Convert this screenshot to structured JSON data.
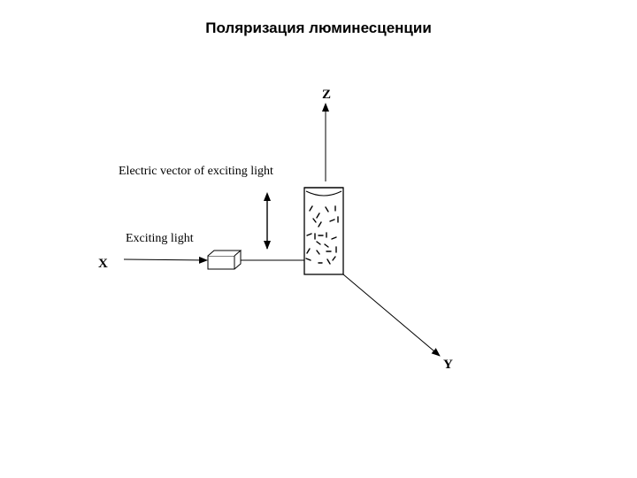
{
  "title": "Поляризация люминесценции",
  "axes": {
    "z_label": "Z",
    "x_label": "X",
    "y_label": "Y"
  },
  "labels": {
    "electric_vector": "Electric vector of exciting light",
    "exciting_light": "Exciting light"
  },
  "colors": {
    "ink": "#000000",
    "background": "#ffffff"
  }
}
